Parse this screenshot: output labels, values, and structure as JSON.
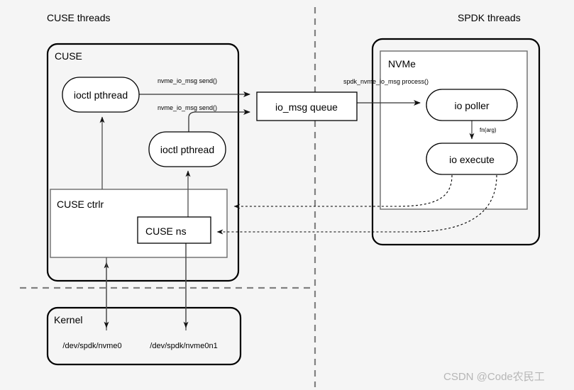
{
  "diagram": {
    "title_left": "CUSE threads",
    "title_right": "SPDK threads",
    "watermark": "CSDN @Code农民工"
  },
  "containers": {
    "cuse": {
      "label": "CUSE"
    },
    "cuse_ctrlr": {
      "label": "CUSE ctrlr"
    },
    "cuse_ns": {
      "label": "CUSE ns"
    },
    "kernel": {
      "label": "Kernel"
    },
    "spdk": {
      "label": ""
    },
    "nvme": {
      "label": "NVMe"
    }
  },
  "nodes": {
    "ioctl_pthread_1": {
      "label": "ioctl pthread"
    },
    "ioctl_pthread_2": {
      "label": "ioctl pthread"
    },
    "io_msg_queue": {
      "label": "io_msg queue"
    },
    "io_poller": {
      "label": "io poller"
    },
    "io_execute": {
      "label": "io execute"
    }
  },
  "edge_labels": {
    "send_top": "nvme_io_msg send()",
    "send_bottom": "nvme_io_msg send()",
    "process": "spdk_nvme_io_msg process()",
    "fn_arg": "fn(arg)"
  },
  "devices": {
    "nvme0": "/dev/spdk/nvme0",
    "nvme0n1": "/dev/spdk/nvme0n1"
  },
  "colors": {
    "background": "#f5f5f5",
    "stroke": "#000000",
    "inner_stroke": "#6b6b6b",
    "separator": "#808080",
    "watermark": "#b6b6b6"
  }
}
